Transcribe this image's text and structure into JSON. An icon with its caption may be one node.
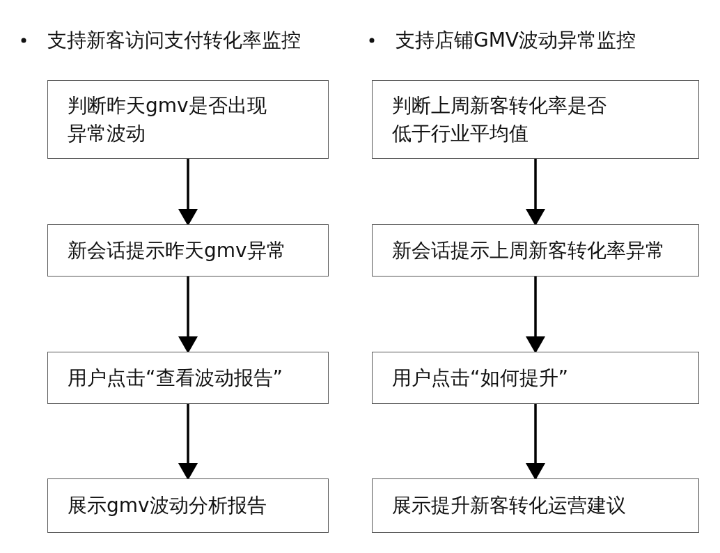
{
  "diagram": {
    "nodes": [
      {
        "text": [
          "判断昨天gmv是否出现异常波动"
        ]
      },
      {
        "text": [
          "新会话提示昨天gmv异常"
        ]
      },
      {
        "text": [
          "用户点击“查看波动报告”"
        ]
      },
      {
        "text": [
          "展示gmv波动分析报告"
        ]
      },
      {
        "text": [
          "判断上周新客转化率是否低于行业平均值"
        ]
      },
      {
        "text": [
          "新会话提示上周新客转化率异常"
        ]
      },
      {
        "text": [
          "用户点击“如何提升”"
        ]
      },
      {
        "text": [
          "展示提升新客转化运营建议"
        ]
      }
    ],
    "edges": [
      {
        "from": 0,
        "to": 1,
        "arrow": "to"
      },
      {
        "from": 1,
        "to": 2,
        "arrow": "to"
      },
      {
        "from": 2,
        "to": 3,
        "arrow": "to"
      },
      {
        "from": 4,
        "to": 5,
        "arrow": "to"
      },
      {
        "from": 5,
        "to": 6,
        "arrow": "to"
      },
      {
        "from": 6,
        "to": 7,
        "arrow": "to"
      }
    ],
    "labels": [
      "支持新客访问支付转化率监控",
      "支持店铺GMV波动异常监控"
    ]
  }
}
